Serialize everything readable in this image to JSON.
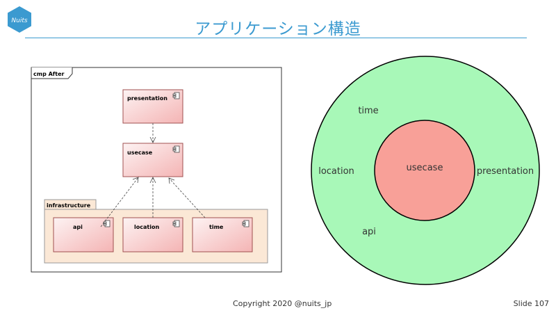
{
  "slide": {
    "title": "アプリケーション構造",
    "logo_text": "Nuits",
    "copyright": "Copyright 2020 @nuits_jp",
    "slide_number": "Slide 107"
  },
  "uml": {
    "frame_label": "cmp After",
    "package_label": "infrastructure",
    "components": {
      "presentation": "presentation",
      "usecase": "usecase",
      "api": "api",
      "location": "location",
      "time": "time"
    }
  },
  "onion": {
    "inner_label": "usecase",
    "outer_labels": {
      "time": "time",
      "location": "location",
      "presentation": "presentation",
      "api": "api"
    }
  },
  "colors": {
    "accent": "#3b9ad0",
    "component_fill": "#f9cfcf",
    "package_fill": "#fbe8d6",
    "outer_circle": "#a8f8b8",
    "inner_circle": "#f8a098"
  }
}
